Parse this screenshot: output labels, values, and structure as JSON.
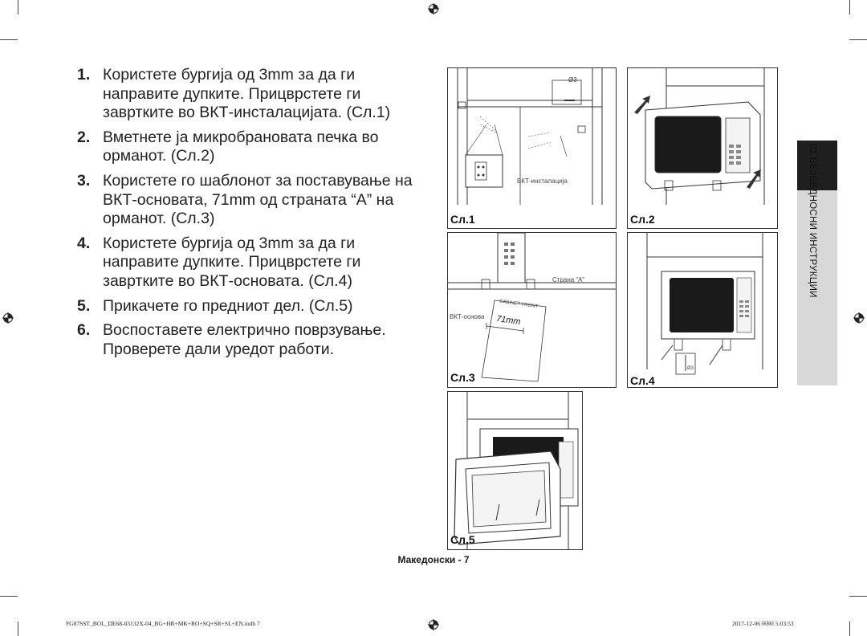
{
  "steps": [
    {
      "num": "1.",
      "text": "Користете бургија од 3mm за да ги направите дупките. Прицврстете ги завртките во ВКТ-инсталацијата. (Сл.1)"
    },
    {
      "num": "2.",
      "text": "Вметнете ја микробрановата печка во орманот. (Сл.2)"
    },
    {
      "num": "3.",
      "text": "Користете го шаблонот за поставување на ВКТ-основата, 71mm од страната “A” на орманот. (Сл.3)"
    },
    {
      "num": "4.",
      "text": "Користете бургија од 3mm за да ги направите дупките. Прицврстете ги завртките во ВКТ-основата. (Сл.4)"
    },
    {
      "num": "5.",
      "text": "Прикачете го предниот дел. (Сл.5)"
    },
    {
      "num": "6.",
      "text": "Воспоставете електрично поврзување. Проверете дали уредот работи."
    }
  ],
  "figures": {
    "fig1": {
      "label": "Сл.1",
      "caption": "ВКТ-инсталација",
      "dim": "Ø3"
    },
    "fig2": {
      "label": "Сл.2"
    },
    "fig3": {
      "label": "Сл.3",
      "side_a": "Страна “A”",
      "base": "ВКТ-основа",
      "distance": "71mm",
      "template_text": "CABINET FRONT"
    },
    "fig4": {
      "label": "Сл.4",
      "dim": "Ø3"
    },
    "fig5": {
      "label": "Сл.5"
    }
  },
  "side_tab": {
    "text": "01  БЕЗБЕДНОСНИ ИНСТРУКЦИИ"
  },
  "footer": {
    "page": "Македонски - 7",
    "file": "FG87SST_BOL_DE68-03132X-04_BG+HR+MK+RO+SQ+SR+SL+EN.indb   7",
    "date": "2017-12-06   ￼￼ 5:03:53"
  },
  "colors": {
    "text": "#222222",
    "tab_dark": "#1f1f1f",
    "tab_light": "#d8d8d8",
    "microwave_door": "#1a1a1a"
  }
}
